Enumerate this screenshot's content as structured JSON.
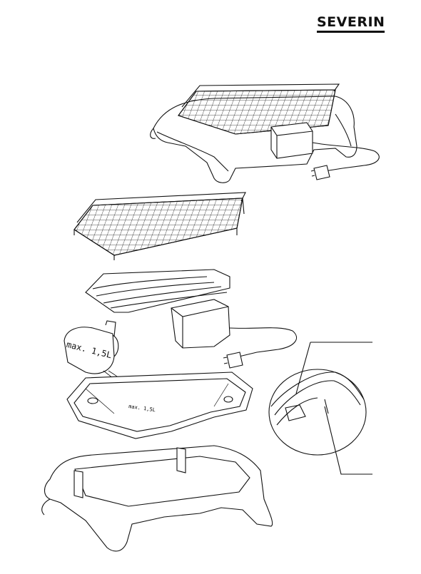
{
  "brand": {
    "name": "SEVERIN"
  },
  "jug": {
    "label": "max. 1,5L"
  },
  "tray": {
    "label": "max. 1,5L"
  },
  "colors": {
    "line": "#111111",
    "fill": "#ffffff",
    "shade": "#e8e8e8"
  }
}
